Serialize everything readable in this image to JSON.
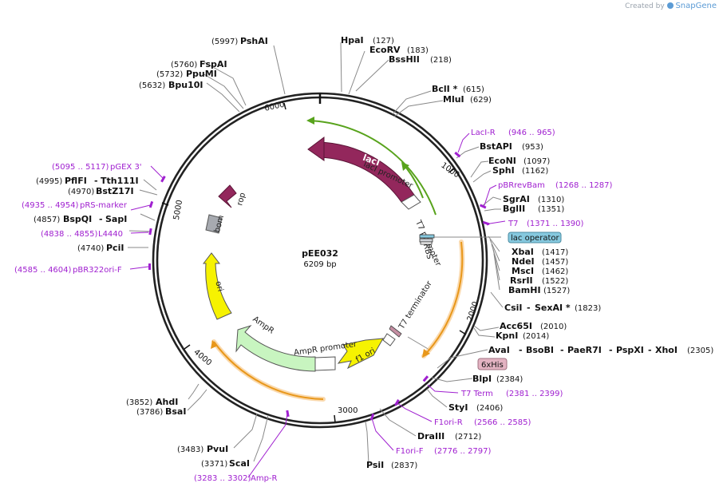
{
  "credit": {
    "prefix": "Created by",
    "brand": "SnapGene"
  },
  "plasmid": {
    "name": "pEE032",
    "length_label": "6209 bp"
  },
  "ticks": [
    "1000",
    "2000",
    "3000",
    "4000",
    "5000",
    "6000"
  ],
  "sites": {
    "hpai": {
      "name": "HpaI",
      "pos": "(127)"
    },
    "ecorv": {
      "name": "EcoRV",
      "pos": "(183)"
    },
    "bsshii": {
      "name": "BssHII",
      "pos": "(218)"
    },
    "bcli": {
      "name": "BclI *",
      "pos": "(615)"
    },
    "mlui": {
      "name": "MluI",
      "pos": "(629)"
    },
    "bstapi": {
      "name": "BstAPI",
      "pos": "(953)"
    },
    "econi": {
      "name": "EcoNI",
      "pos": "(1097)"
    },
    "sphi": {
      "name": "SphI",
      "pos": "(1162)"
    },
    "sgrai": {
      "name": "SgrAI",
      "pos": "(1310)"
    },
    "bglii": {
      "name": "BglII",
      "pos": "(1351)"
    },
    "xbai": {
      "name": "XbaI",
      "pos": "(1417)"
    },
    "ndei": {
      "name": "NdeI",
      "pos": "(1457)"
    },
    "msci": {
      "name": "MscI",
      "pos": "(1462)"
    },
    "rsrii": {
      "name": "RsrII",
      "pos": "(1522)"
    },
    "bamhi": {
      "name": "BamHI",
      "pos": "(1527)"
    },
    "csi": {
      "name": "CsiI",
      "sep": "-",
      "name2": "SexAI *",
      "pos": "(1823)"
    },
    "acc65i": {
      "name": "Acc65I",
      "pos": "(2010)"
    },
    "kpni": {
      "name": "KpnI",
      "pos": "(2014)"
    },
    "avai": {
      "parts": [
        "AvaI",
        "-",
        "BsoBI",
        "-",
        "PaeR7I",
        "-",
        "PspXI",
        "-",
        "XhoI"
      ],
      "pos": "(2305)"
    },
    "blpi": {
      "name": "BlpI",
      "pos": "(2384)"
    },
    "styi": {
      "name": "StyI",
      "pos": "(2406)"
    },
    "draiii": {
      "name": "DraIII",
      "pos": "(2712)"
    },
    "psii": {
      "name": "PsiI",
      "pos": "(2837)"
    },
    "pvui": {
      "name": "PvuI",
      "pos": "(3483)"
    },
    "scai": {
      "name": "ScaI",
      "pos": "(3371)"
    },
    "ahdi": {
      "name": "AhdI",
      "pos": "(3852)"
    },
    "bsai": {
      "name": "BsaI",
      "pos": "(3786)"
    },
    "pcii": {
      "name": "PciI",
      "pos": "(4740)"
    },
    "bspqi": {
      "name": "BspQI",
      "sep": "-",
      "name2": "SapI",
      "pos": "(4857)"
    },
    "pflfi": {
      "name": "PflFI",
      "sep": "-",
      "name2": "Tth111I",
      "pos": "(4995)"
    },
    "bstz17i": {
      "name": "BstZ17I",
      "pos": "(4970)"
    },
    "bpu10i": {
      "name": "Bpu10I",
      "pos": "(5632)"
    },
    "ppumi": {
      "name": "PpuMI",
      "pos": "(5732)"
    },
    "fspai": {
      "name": "FspAI",
      "pos": "(5760)"
    },
    "pshai": {
      "name": "PshAI",
      "pos": "(5997)"
    }
  },
  "primers": {
    "laci_r": {
      "name": "LacI-R",
      "range": "(946 .. 965)"
    },
    "pbrrevbam": {
      "name": "pBRrevBam",
      "range": "(1268 .. 1287)"
    },
    "t7": {
      "name": "T7",
      "range": "(1371 .. 1390)"
    },
    "t7term": {
      "name": "T7 Term",
      "range": "(2381 .. 2399)"
    },
    "f1ori_r": {
      "name": "F1ori-R",
      "range": "(2566 .. 2585)"
    },
    "f1ori_f": {
      "name": "F1ori-F",
      "range": "(2776 .. 2797)"
    },
    "amp_r": {
      "name": "Amp-R",
      "range": "(3283 .. 3302)"
    },
    "pbr322ori_f": {
      "name": "pBR322ori-F",
      "range": "(4585 .. 4604)"
    },
    "l4440": {
      "name": "L4440",
      "range": "(4838 .. 4855)"
    },
    "prs_marker": {
      "name": "pRS-marker",
      "range": "(4935 .. 4954)"
    },
    "pgex3": {
      "name": "pGEX 3'",
      "range": "(5095 .. 5117)"
    }
  },
  "boxed": {
    "lac_operator": "lac operator",
    "his6": "6xHis"
  },
  "features": {
    "laci": "lacI",
    "laci_promoter": "lacI promoter",
    "t7_promoter": "T7 promoter",
    "rbs": "RBS",
    "t7_terminator": "T7 terminator",
    "f1_ori": "f1 ori",
    "ampr_promoter": "AmpR promoter",
    "ampr": "AmpR",
    "ori": "ori",
    "bom": "bom",
    "rop": "rop"
  },
  "colors": {
    "laci": "#93275c",
    "rop": "#93275c",
    "green_line": "#58a31c",
    "orange_line": "#e8971a",
    "ori": "#f6f201",
    "f1_ori": "#f6f201",
    "ampr": "#c8f5c0",
    "bom": "#a7aab0",
    "primer": "#a020d0",
    "lac_operator_box": "#86c9df",
    "his_box": "#e3b3c2"
  }
}
